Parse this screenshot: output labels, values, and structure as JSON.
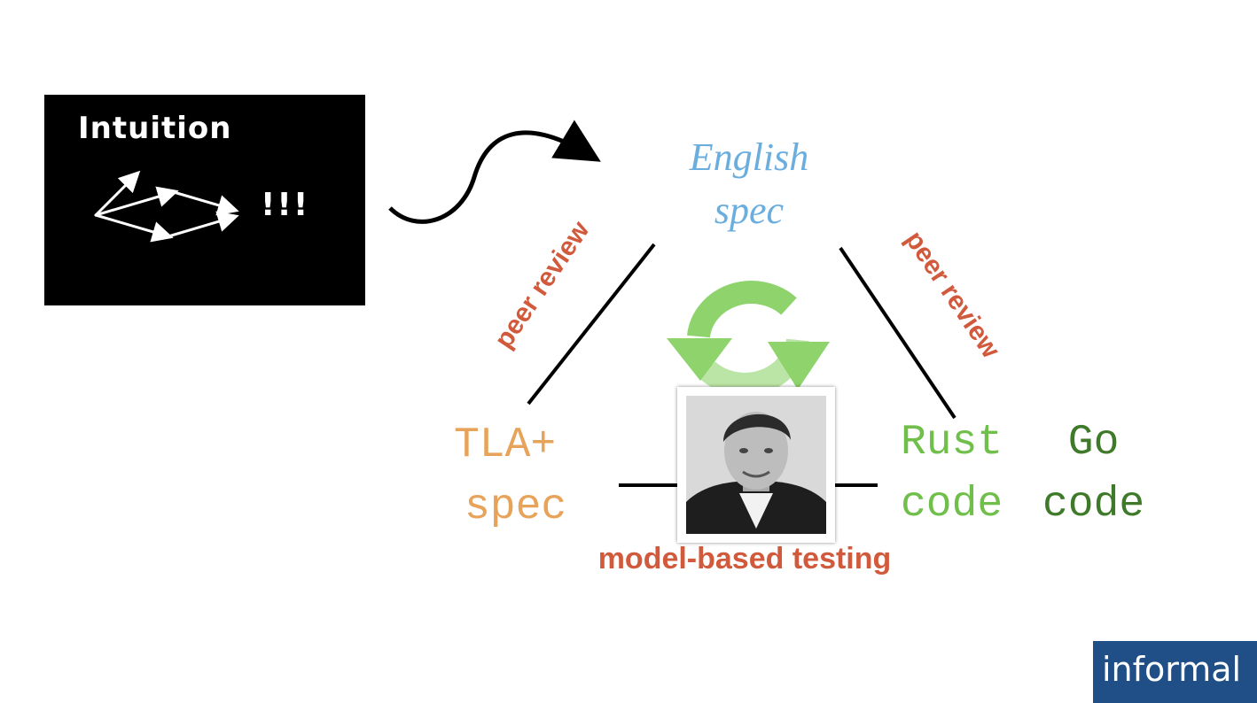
{
  "intuition": {
    "title": "Intuition",
    "exclaim": "!!!"
  },
  "english_spec": {
    "line1": "English",
    "line2": "spec"
  },
  "tla_spec": {
    "line1": "TLA+",
    "line2": "spec"
  },
  "rust_code": {
    "line1": "Rust",
    "line2": "code"
  },
  "go_code": {
    "line1": "Go",
    "line2": "code"
  },
  "peer_review_left": "peer review",
  "peer_review_right": "peer review",
  "model_based_testing": "model-based testing",
  "logo": {
    "text": "informal"
  },
  "colors": {
    "english": "#6aaee0",
    "tla": "#e8a35a",
    "rust": "#6fbf4a",
    "go": "#3f7a2a",
    "review": "#d25a3c",
    "cycle": "#8ed36b",
    "logo_bg": "#1f4f86"
  }
}
